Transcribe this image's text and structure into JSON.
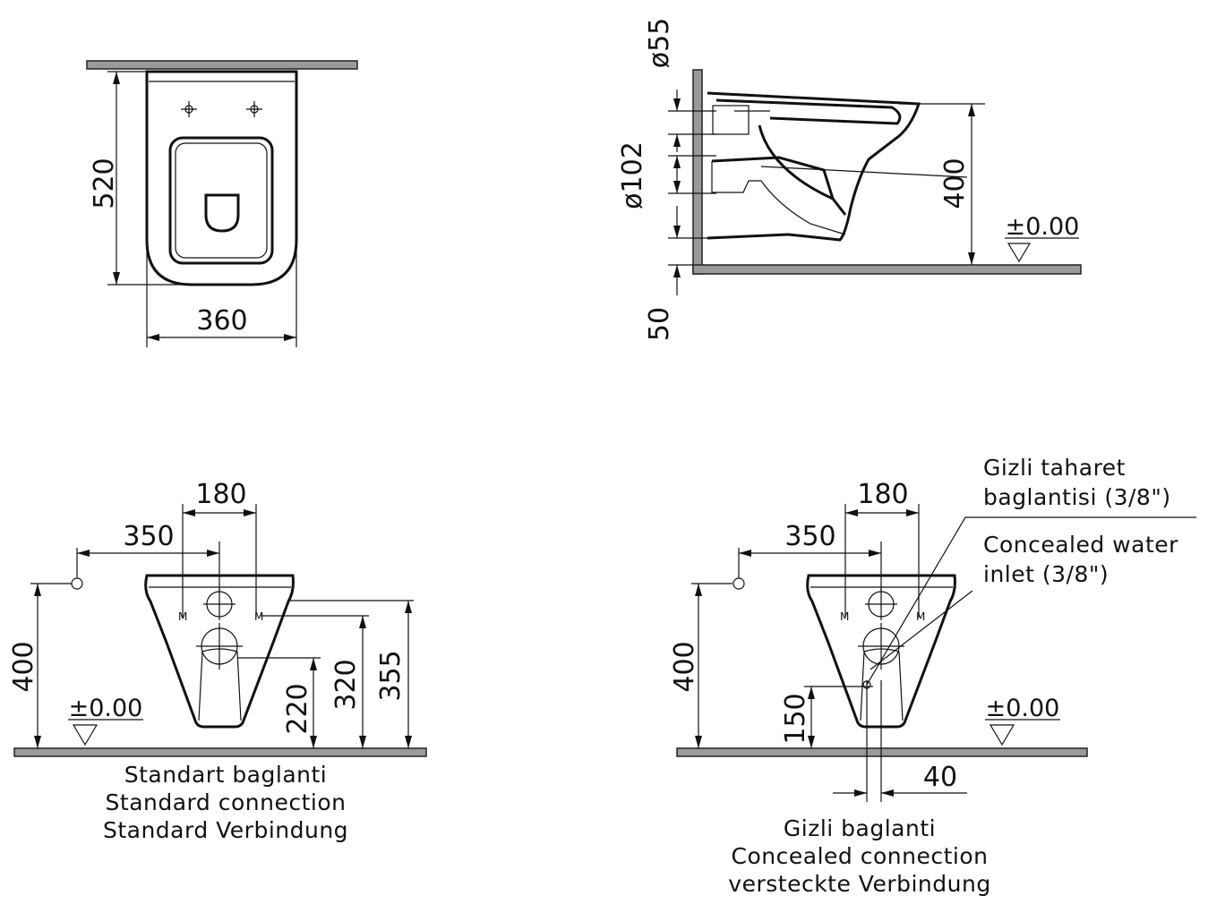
{
  "top_view": {
    "depth": "520",
    "width": "360"
  },
  "side_view": {
    "pipe_small": "ø55",
    "pipe_large": "ø102",
    "height": "400",
    "floor_gap": "50",
    "level": "±0.00"
  },
  "standard": {
    "dim_180": "180",
    "dim_350": "350",
    "dim_400": "400",
    "dim_220": "220",
    "dim_320": "320",
    "dim_355": "355",
    "level": "±0.00",
    "caption_tr": "Standart baglanti",
    "caption_en": "Standard connection",
    "caption_de": "Standard Verbindung"
  },
  "concealed": {
    "dim_180": "180",
    "dim_350": "350",
    "dim_400": "400",
    "dim_150": "150",
    "dim_40": "40",
    "level": "±0.00",
    "note_tr_1": "Gizli taharet",
    "note_tr_2": "baglantisi (3/8\")",
    "note_en_1": "Concealed water",
    "note_en_2": "inlet (3/8\")",
    "caption_tr": "Gizli baglanti",
    "caption_en": "Concealed connection",
    "caption_de": "versteckte Verbindung"
  }
}
